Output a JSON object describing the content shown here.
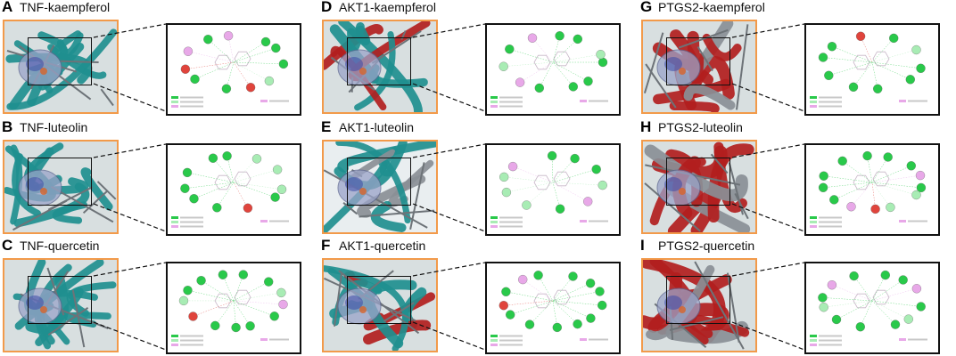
{
  "panels": [
    {
      "letter": "A",
      "title": "TNF-kaempferol",
      "style": "teal"
    },
    {
      "letter": "B",
      "title": "TNF-luteolin",
      "style": "teal"
    },
    {
      "letter": "C",
      "title": "TNF-quercetin",
      "style": "teal"
    },
    {
      "letter": "D",
      "title": "AKT1-kaempferol",
      "style": "mixed"
    },
    {
      "letter": "E",
      "title": "AKT1-luteolin",
      "style": "light"
    },
    {
      "letter": "F",
      "title": "AKT1-quercetin",
      "style": "mixed"
    },
    {
      "letter": "G",
      "title": "PTGS2-kaempferol",
      "style": "red"
    },
    {
      "letter": "H",
      "title": "PTGS2-luteolin",
      "style": "red"
    },
    {
      "letter": "I",
      "title": "PTGS2-quercetin",
      "style": "red"
    }
  ],
  "colors": {
    "frame": "#f29a4a",
    "teal": "#1f8f8f",
    "red": "#b21e1e",
    "gray": "#8a8f96",
    "green_node": "#29c94a",
    "light_green_node": "#a8ecb4",
    "pink_node": "#e8a8e8",
    "red_node": "#e0443c"
  }
}
